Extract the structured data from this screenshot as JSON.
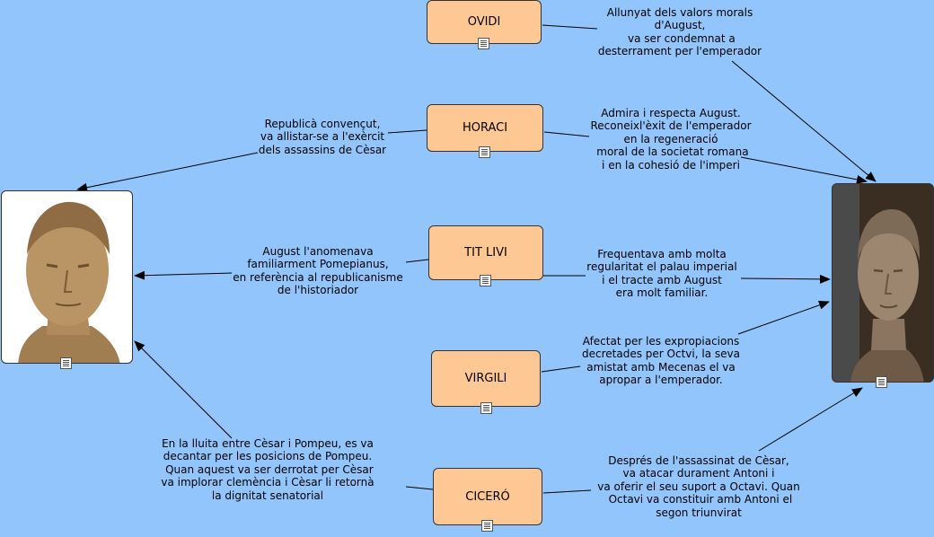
{
  "nodes": {
    "ovidi": {
      "title": "OVIDI"
    },
    "horaci": {
      "title": "HORACI"
    },
    "titlivi": {
      "title": "TIT LIVI"
    },
    "virgili": {
      "title": "VIRGILI"
    },
    "ciceron": {
      "title": "CICERÓ"
    }
  },
  "labels": {
    "ovidi_august": "Allunyat dels valors morals\nd'August,\n va ser condemnat a\ndesterrament per l'emperador",
    "horaci_cesar": "Republicà convençut,\nva allistar-se a l'exèrcit\ndels assassins de Cèsar",
    "horaci_august": "Admira i respecta August.\nReconeixl'èxit de l'emperador\nen la regeneració\n moral de la societat romana\ni en la cohesió de l'imperi",
    "titlivi_cesar": "August l'anomenava\nfamiliarment Pomepianus,\nen referència al republicanisme\nde l'historiador",
    "titlivi_august": "Frequentava amb molta\nregularitat el palau imperial\ni el tracte amb August\nera molt familiar.",
    "virgili_august": "Afectat per les expropiacions\ndecretades per Octvi, la seva\namistat amb Mecenas el va\napropar a l'emperador.",
    "ciceron_cesar": "En la lluita entre Cèsar i Pompeu, es va\ndecantar per les posicions de Pompeu.\n Quan aquest va ser derrotat per Cèsar\nva implorar clemència i Cèsar li retornà\nla dignitat senatorial",
    "ciceron_august": "Després de l'assassinat de Cèsar,\nva atacar durament Antoni i\nva oferir el seu suport a Octavi. Quan\n Octavi va constituir amb Antoni el\nsegon triunvirat"
  },
  "colors": {
    "background": "#92c5fc",
    "node_fill": "#fec894",
    "line": "#000000"
  }
}
